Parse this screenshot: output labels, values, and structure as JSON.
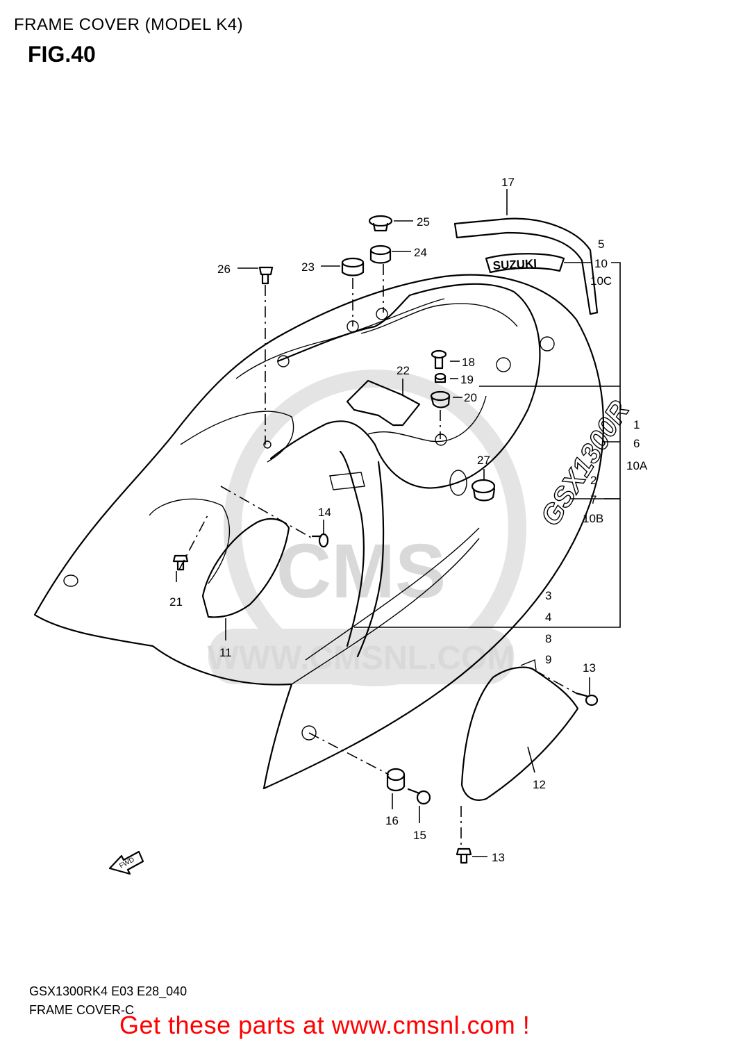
{
  "header": {
    "title": "FRAME COVER (MODEL K4)",
    "figure": "FIG.40"
  },
  "watermark": {
    "logo_text": "CMS",
    "url_text": "WWW.CMSNL.COM"
  },
  "decals": {
    "brand": "SUZUKI",
    "model": "GSX1300R",
    "fwd": "FWD"
  },
  "callouts": [
    {
      "id": "p17",
      "label": "17"
    },
    {
      "id": "p25",
      "label": "25"
    },
    {
      "id": "p24",
      "label": "24"
    },
    {
      "id": "p23",
      "label": "23"
    },
    {
      "id": "p26",
      "label": "26"
    },
    {
      "id": "p5",
      "label": "5"
    },
    {
      "id": "p10",
      "label": "10"
    },
    {
      "id": "p10c",
      "label": "10C"
    },
    {
      "id": "p18",
      "label": "18"
    },
    {
      "id": "p19",
      "label": "19"
    },
    {
      "id": "p20",
      "label": "20"
    },
    {
      "id": "p22",
      "label": "22"
    },
    {
      "id": "p1",
      "label": "1"
    },
    {
      "id": "p6",
      "label": "6"
    },
    {
      "id": "p10a",
      "label": "10A"
    },
    {
      "id": "p27",
      "label": "27"
    },
    {
      "id": "p2",
      "label": "2"
    },
    {
      "id": "p7",
      "label": "7"
    },
    {
      "id": "p10b",
      "label": "10B"
    },
    {
      "id": "p14",
      "label": "14"
    },
    {
      "id": "p21",
      "label": "21"
    },
    {
      "id": "p11",
      "label": "11"
    },
    {
      "id": "p3",
      "label": "3"
    },
    {
      "id": "p4",
      "label": "4"
    },
    {
      "id": "p8",
      "label": "8"
    },
    {
      "id": "p9",
      "label": "9"
    },
    {
      "id": "p13a",
      "label": "13"
    },
    {
      "id": "p12",
      "label": "12"
    },
    {
      "id": "p16",
      "label": "16"
    },
    {
      "id": "p15",
      "label": "15"
    },
    {
      "id": "p13b",
      "label": "13"
    }
  ],
  "footer": {
    "code": "GSX1300RK4 E03 E28_040",
    "subtitle": "FRAME COVER-C",
    "cta": "Get these parts at www.cmsnl.com !",
    "cta_color": "#ff0000"
  }
}
